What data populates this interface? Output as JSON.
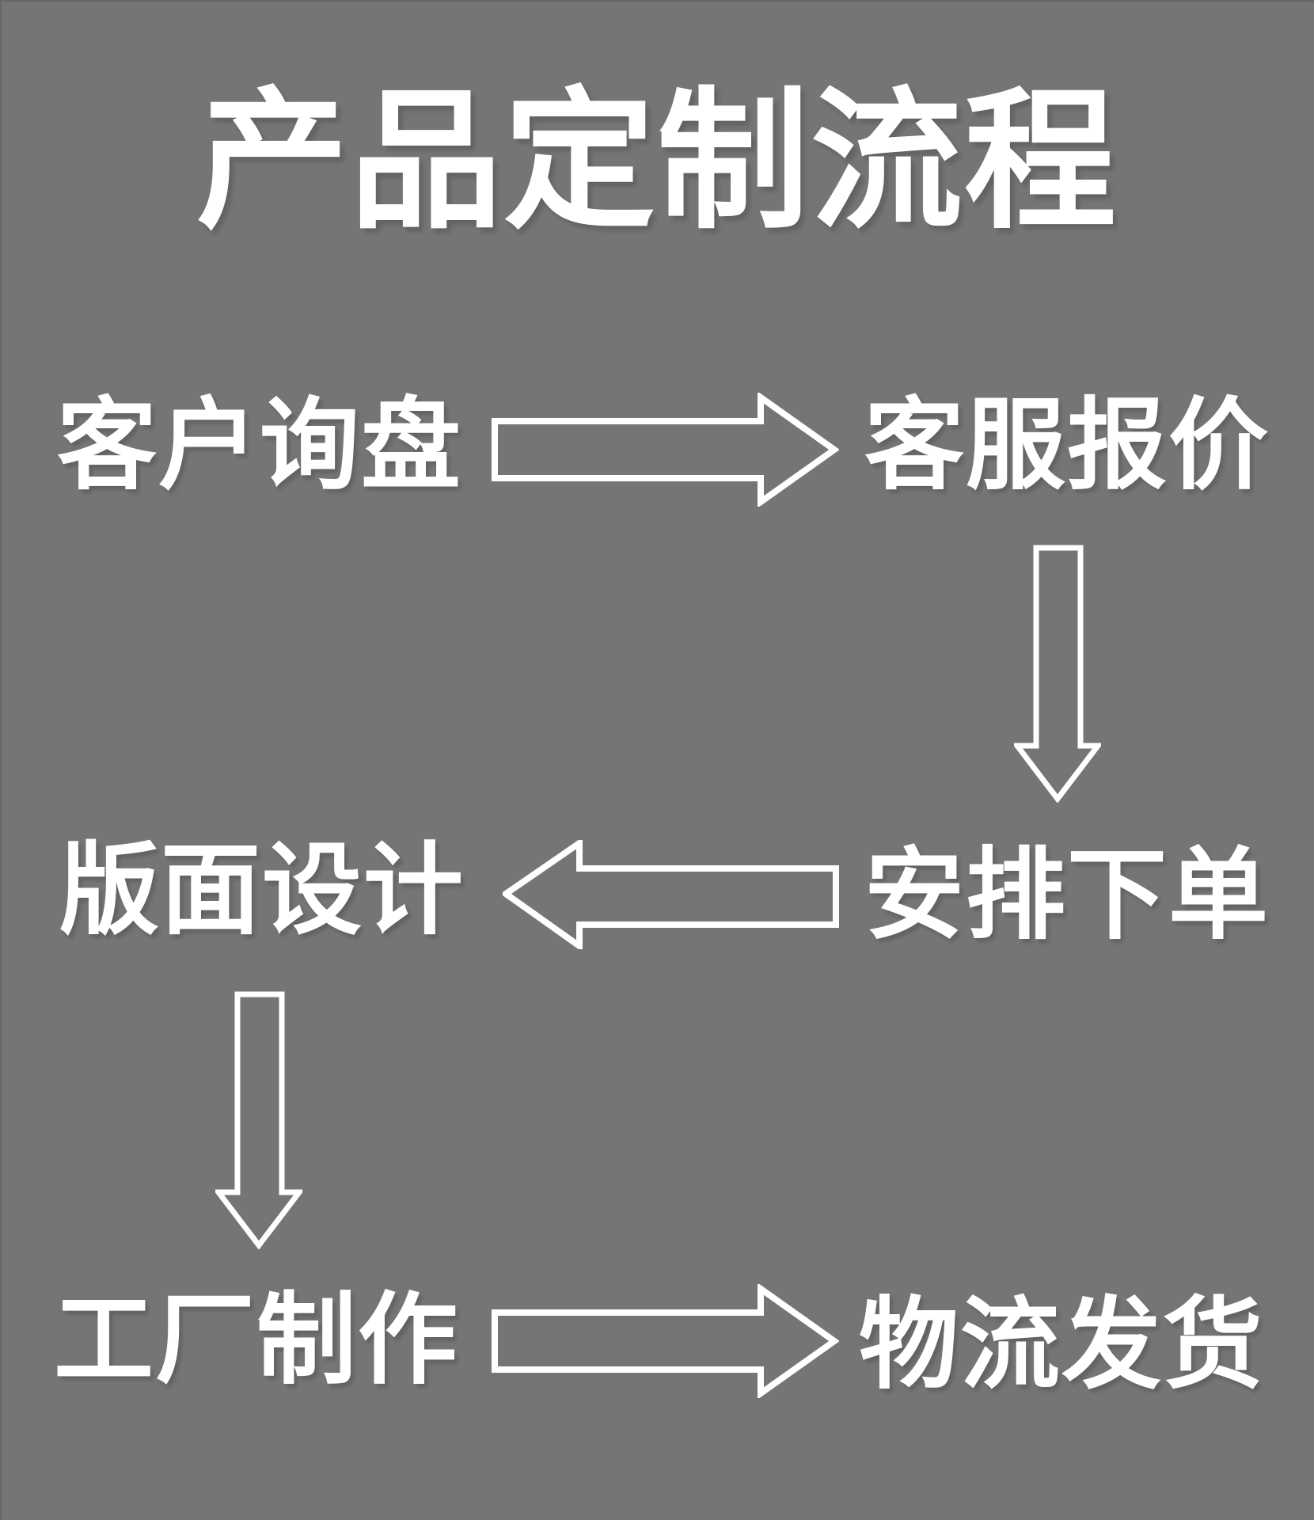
{
  "page": {
    "title": "产品定制流程",
    "background_color": "#757575",
    "text_color": "#ffffff",
    "arrow_color": "#ffffff"
  },
  "flow": {
    "steps": [
      {
        "label": "客户询盘"
      },
      {
        "label": "客服报价"
      },
      {
        "label": "安排下单"
      },
      {
        "label": "版面设计"
      },
      {
        "label": "工厂制作"
      },
      {
        "label": "物流发货"
      }
    ],
    "connections": [
      {
        "from": "客户询盘",
        "to": "客服报价",
        "arrow": "right"
      },
      {
        "from": "客服报价",
        "to": "安排下单",
        "arrow": "down"
      },
      {
        "from": "安排下单",
        "to": "版面设计",
        "arrow": "left"
      },
      {
        "from": "版面设计",
        "to": "工厂制作",
        "arrow": "down"
      },
      {
        "from": "工厂制作",
        "to": "物流发货",
        "arrow": "right"
      }
    ]
  }
}
